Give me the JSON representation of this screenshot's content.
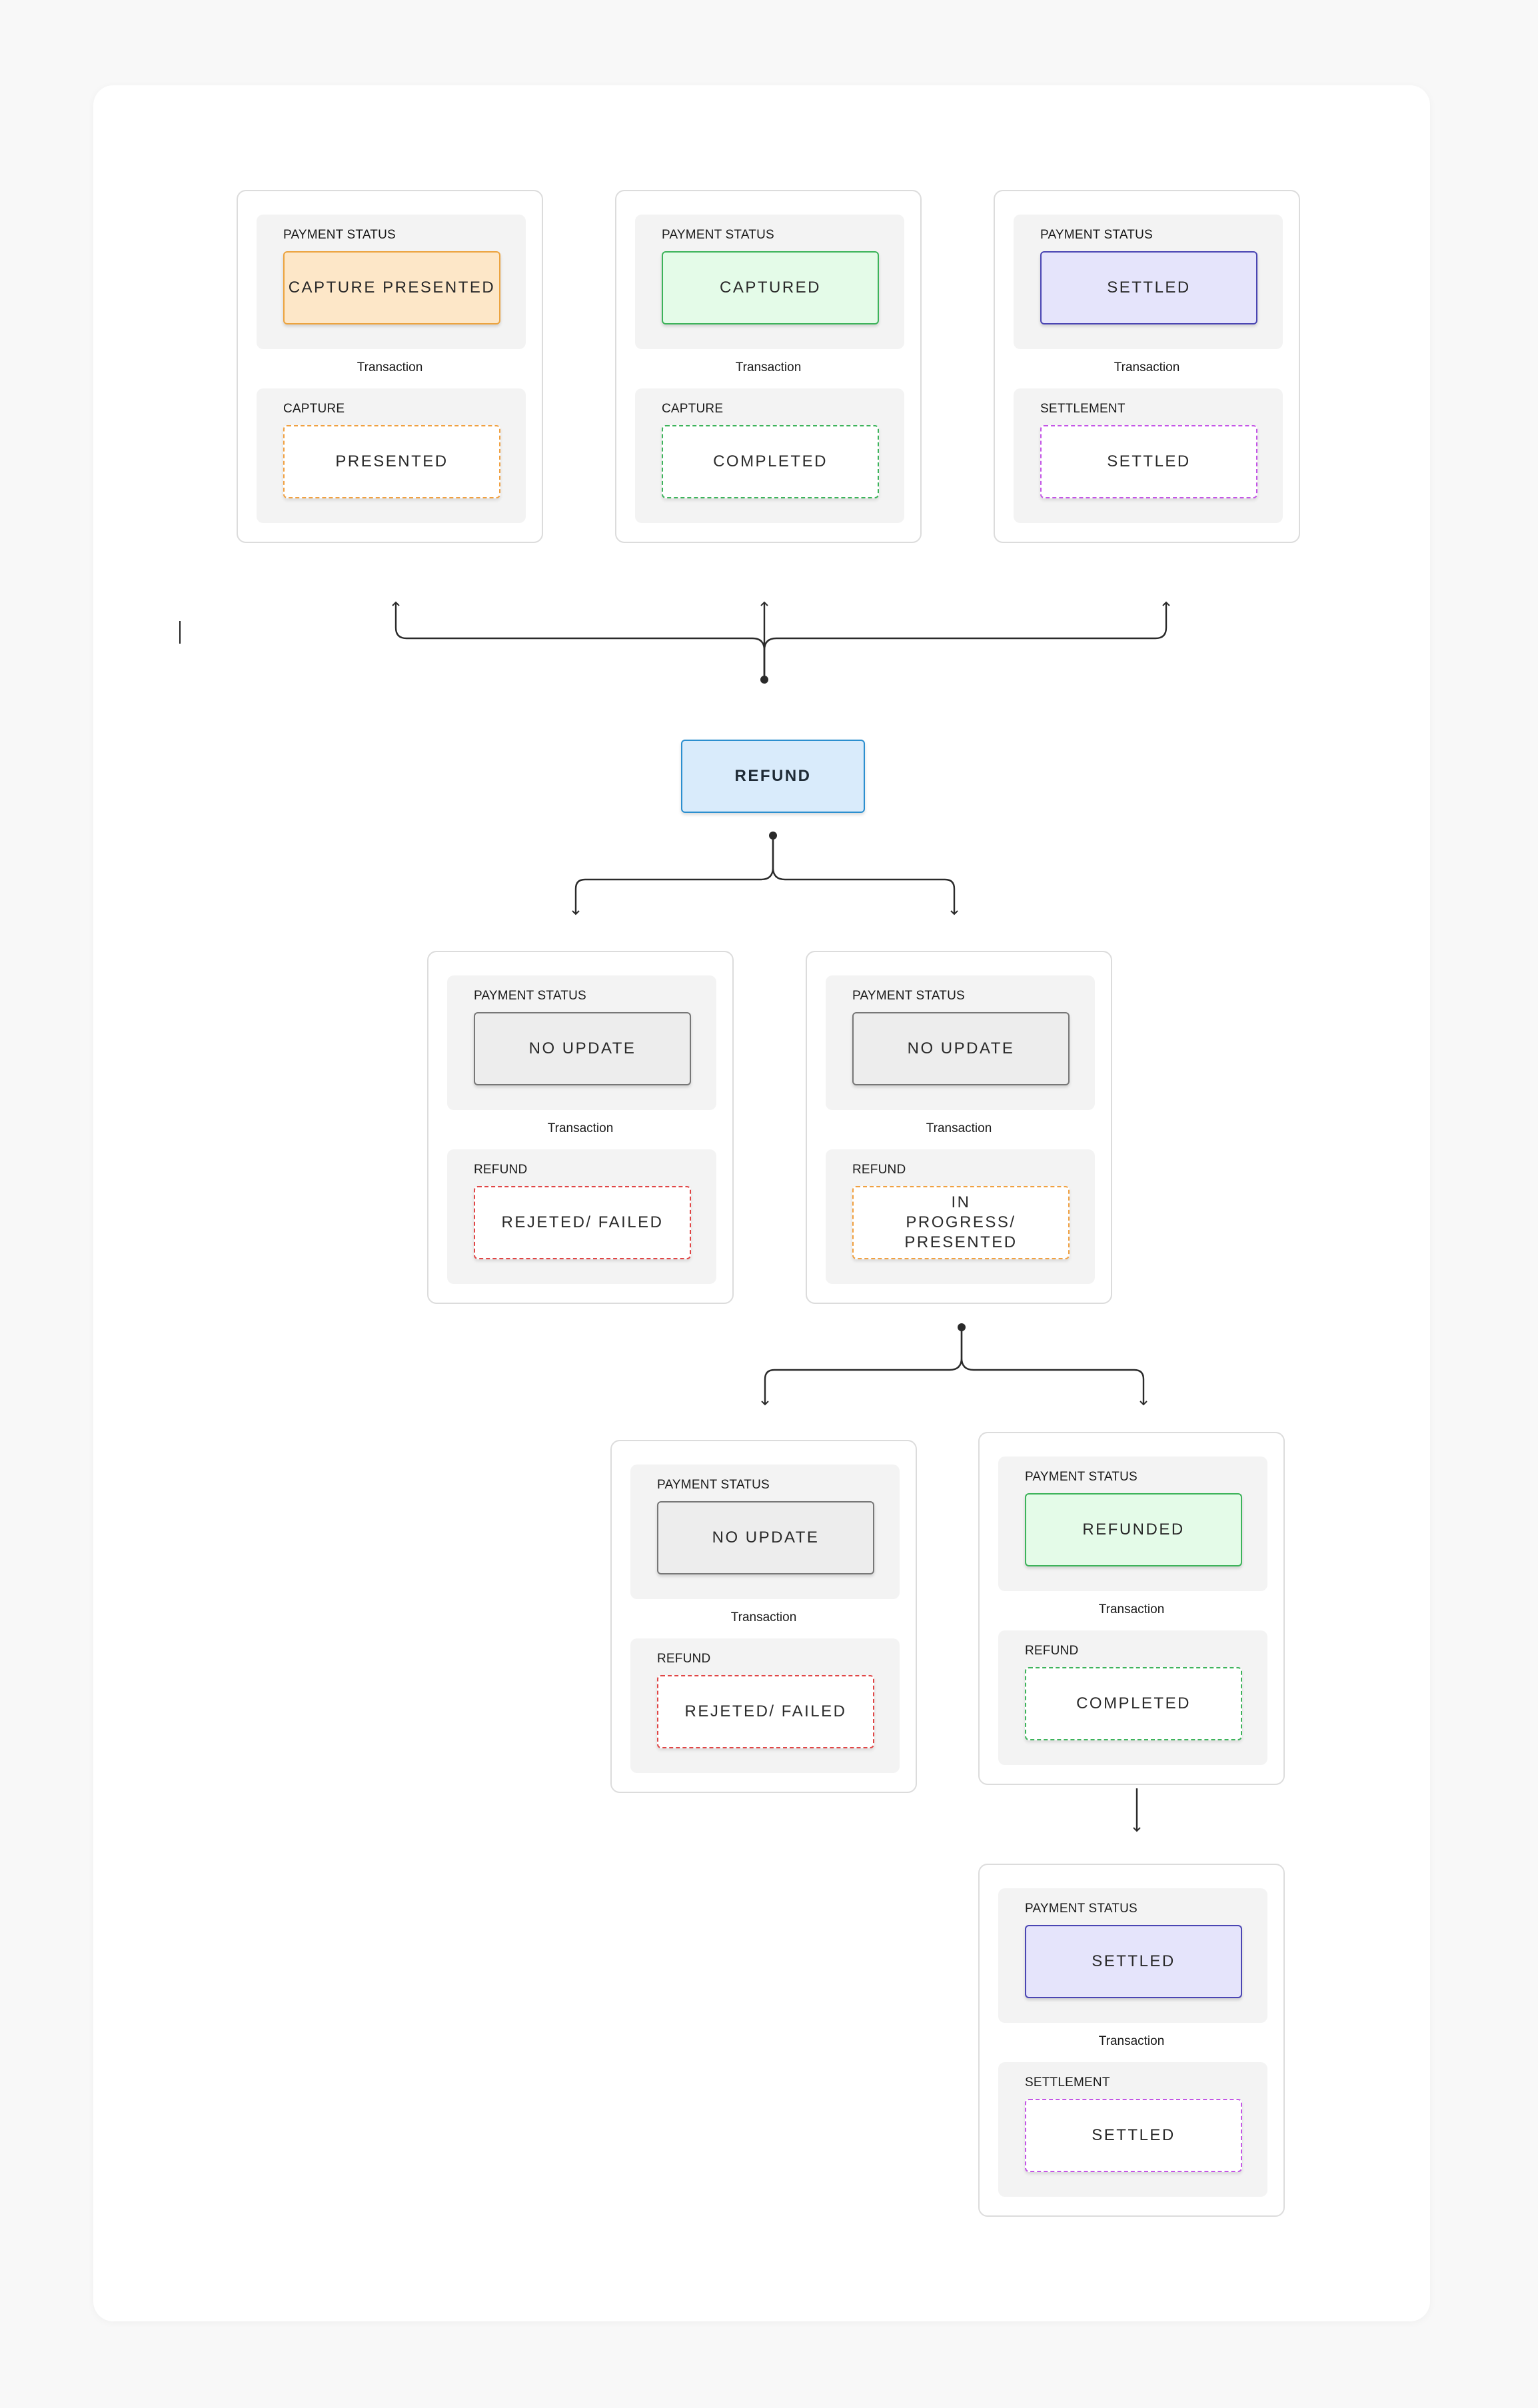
{
  "diagram": {
    "transaction_label": "Transaction",
    "refund_node": {
      "label": "REFUND"
    },
    "cards": [
      {
        "id": "capture-presented",
        "payment_status_label": "PAYMENT STATUS",
        "payment_status": "CAPTURE PRESENTED",
        "payment_color": "orange",
        "sub_label": "CAPTURE",
        "sub_status": "PRESENTED",
        "sub_color": "orange"
      },
      {
        "id": "captured",
        "payment_status_label": "PAYMENT STATUS",
        "payment_status": "CAPTURED",
        "payment_color": "green",
        "sub_label": "CAPTURE",
        "sub_status": "COMPLETED",
        "sub_color": "green"
      },
      {
        "id": "settled-top",
        "payment_status_label": "PAYMENT STATUS",
        "payment_status": "SETTLED",
        "payment_color": "purple",
        "sub_label": "SETTLEMENT",
        "sub_status": "SETTLED",
        "sub_color": "purple"
      },
      {
        "id": "refund-rejected",
        "payment_status_label": "PAYMENT STATUS",
        "payment_status": "NO UPDATE",
        "payment_color": "gray",
        "sub_label": "REFUND",
        "sub_status": "REJETED/ FAILED",
        "sub_color": "red"
      },
      {
        "id": "refund-in-progress",
        "payment_status_label": "PAYMENT STATUS",
        "payment_status": "NO UPDATE",
        "payment_color": "gray",
        "sub_label": "REFUND",
        "sub_status": "IN PROGRESS/ PRESENTED",
        "sub_color": "orange"
      },
      {
        "id": "refund-rejected-late",
        "payment_status_label": "PAYMENT STATUS",
        "payment_status": "NO UPDATE",
        "payment_color": "gray",
        "sub_label": "REFUND",
        "sub_status": "REJETED/ FAILED",
        "sub_color": "red"
      },
      {
        "id": "refunded",
        "payment_status_label": "PAYMENT STATUS",
        "payment_status": "REFUNDED",
        "payment_color": "green",
        "sub_label": "REFUND",
        "sub_status": "COMPLETED",
        "sub_color": "green"
      },
      {
        "id": "settled-bottom",
        "payment_status_label": "PAYMENT STATUS",
        "payment_status": "SETTLED",
        "payment_color": "purple",
        "sub_label": "SETTLEMENT",
        "sub_status": "SETTLED",
        "sub_color": "purple"
      }
    ]
  },
  "colors": {
    "orange_fill": "#fde7c8",
    "orange_border": "#eca33e",
    "green_fill": "#e4fbe8",
    "green_border": "#3cb35a",
    "purple_fill": "#e5e4fb",
    "purple_border": "#4a45b3",
    "gray_fill": "#ededed",
    "gray_border": "#777777",
    "refund_fill": "#d9ebfb",
    "refund_border": "#2c8fcf",
    "dashed_purple": "#c455e6",
    "dashed_red": "#e04545"
  }
}
